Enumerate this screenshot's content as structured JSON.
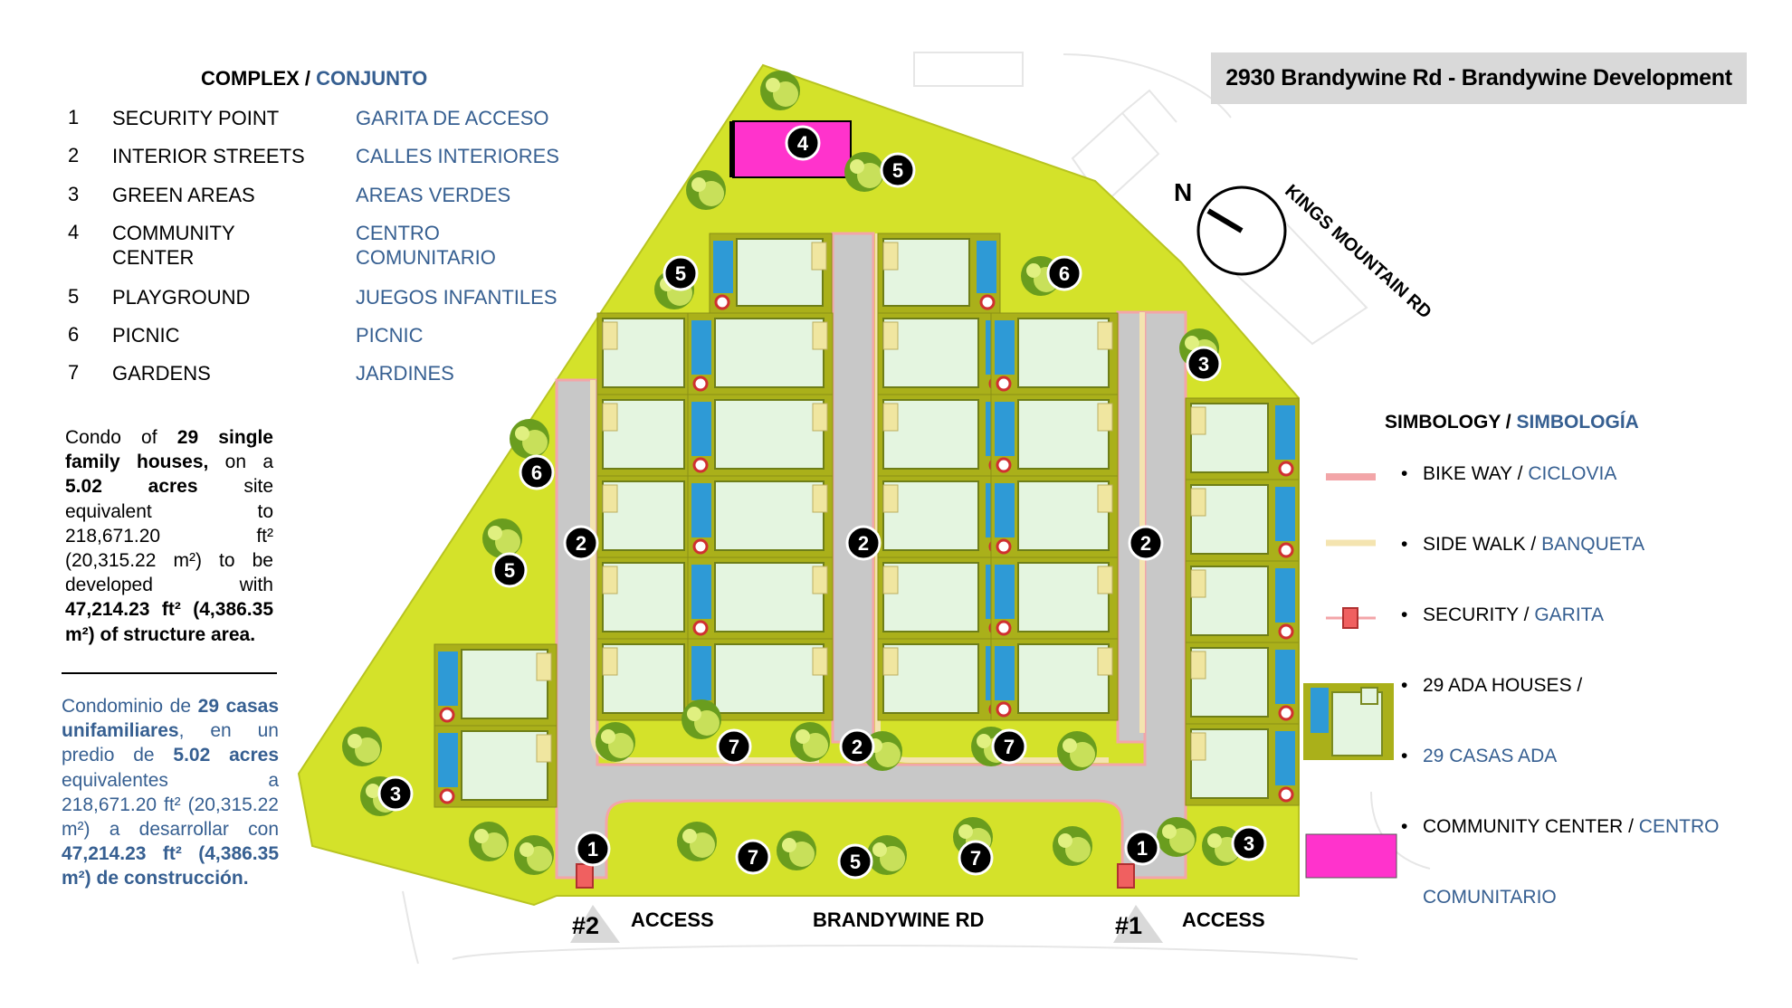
{
  "header": {
    "title": "2930 Brandywine Rd - Brandywine Development"
  },
  "legend": {
    "title_en": "COMPLEX",
    "separator": " / ",
    "title_es": "CONJUNTO",
    "items": [
      {
        "num": "1",
        "en": "SECURITY POINT",
        "es": "GARITA DE ACCESO"
      },
      {
        "num": "2",
        "en": "INTERIOR STREETS",
        "es": "CALLES INTERIORES"
      },
      {
        "num": "3",
        "en": "GREEN AREAS",
        "es": "AREAS VERDES"
      },
      {
        "num": "4",
        "en": "COMMUNITY CENTER",
        "es": "CENTRO COMUNITARIO"
      },
      {
        "num": "5",
        "en": "PLAYGROUND",
        "es": "JUEGOS INFANTILES"
      },
      {
        "num": "6",
        "en": "PICNIC",
        "es": "PICNIC"
      },
      {
        "num": "7",
        "en": "GARDENS",
        "es": "JARDINES"
      }
    ]
  },
  "description": {
    "en": {
      "t1": "Condo of ",
      "b1": "29 single family houses,",
      "t2": " on a ",
      "b2": "5.02 acres",
      "t3": " site equivalent to 218,671.20 ft² (20,315.22 m²) to be developed with ",
      "b3": "47,214.23 ft² (4,386.35 m²) of structure area."
    },
    "es": {
      "t1": "Condominio de ",
      "b1": "29 casas unifamiliares",
      "t2": ", en un predio de ",
      "b2": "5.02 acres",
      "t3": " equivalentes a 218,671.20 ft² (20,315.22 m²) a desarrollar con ",
      "b3": "47,214.23 ft² (4,386.35 m²) de construcción."
    }
  },
  "map": {
    "north_label": "N",
    "roads": {
      "kings_mountain": "KINGS MOUNTAIN RD",
      "brandywine": "BRANDYWINE RD"
    },
    "access": [
      {
        "num": "#2",
        "label": "ACCESS"
      },
      {
        "num": "#1",
        "label": "ACCESS"
      }
    ],
    "colors": {
      "site": "#d4e22a",
      "street": "#c8c8c8",
      "house": "#e4f5e0",
      "pool": "#2e9ad6",
      "community_center": "#ff33cc",
      "bike_way": "#f3a5a8",
      "side_walk": "#f4e4b0",
      "security": "#f06060"
    },
    "markers": [
      {
        "n": "4"
      },
      {
        "n": "5"
      },
      {
        "n": "5"
      },
      {
        "n": "6"
      },
      {
        "n": "3"
      },
      {
        "n": "6"
      },
      {
        "n": "5"
      },
      {
        "n": "2"
      },
      {
        "n": "2"
      },
      {
        "n": "2"
      },
      {
        "n": "2"
      },
      {
        "n": "7"
      },
      {
        "n": "7"
      },
      {
        "n": "3"
      },
      {
        "n": "1"
      },
      {
        "n": "7"
      },
      {
        "n": "5"
      },
      {
        "n": "7"
      },
      {
        "n": "1"
      },
      {
        "n": "3"
      }
    ]
  },
  "symbology": {
    "title_en": "SIMBOLOGY",
    "separator": " / ",
    "title_es": "SIMBOLOGÍA",
    "items": [
      {
        "en": "BIKE WAY",
        "es": "CICLOVIA"
      },
      {
        "en": "SIDE WALK",
        "es": "BANQUETA"
      },
      {
        "en": "SECURITY",
        "es": "GARITA"
      },
      {
        "en": "29 ADA HOUSES /",
        "es": ""
      },
      {
        "en": "",
        "es": "29 CASAS ADA"
      },
      {
        "en": "COMMUNITY CENTER",
        "es": "CENTRO"
      },
      {
        "en": "",
        "es": "COMUNITARIO"
      }
    ],
    "bullet": "•"
  }
}
